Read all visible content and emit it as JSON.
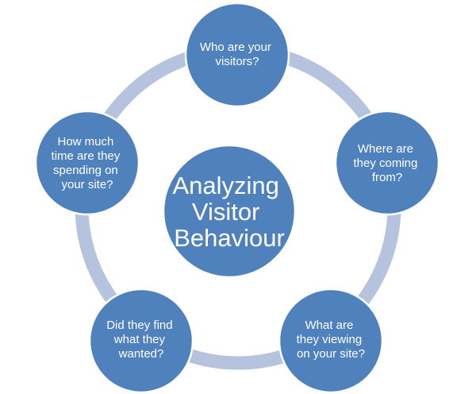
{
  "center": {
    "lines": [
      "Analyzing",
      "Visitor",
      "Behaviour"
    ]
  },
  "nodes": [
    {
      "lines": [
        "Who are your",
        "visitors?"
      ]
    },
    {
      "lines": [
        "Where are",
        "they coming",
        "from?"
      ]
    },
    {
      "lines": [
        "What are",
        "they viewing",
        "on your site?"
      ]
    },
    {
      "lines": [
        "Did they find",
        "what they",
        "wanted?"
      ]
    },
    {
      "lines": [
        "How much",
        "time are they",
        "spending on",
        "your site?"
      ]
    }
  ],
  "colors": {
    "node_fill": "#4f81bd",
    "ring": "#b6c3de",
    "text": "#ffffff"
  }
}
